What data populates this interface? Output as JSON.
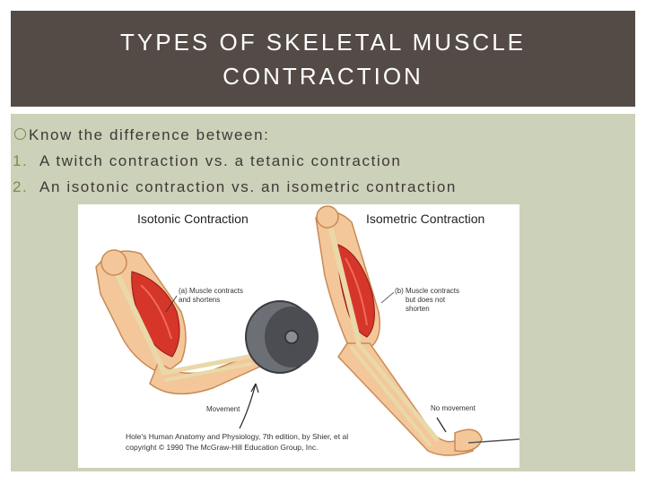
{
  "slide": {
    "title": "TYPES OF SKELETAL MUSCLE CONTRACTION",
    "bullet": "Know the difference between:",
    "items": [
      {
        "num": "1.",
        "text": "A twitch contraction vs. a tetanic contraction"
      },
      {
        "num": "2.",
        "text": "An isotonic contraction vs. an isometric contraction"
      }
    ]
  },
  "figure": {
    "left_title": "Isotonic Contraction",
    "right_title": "Isometric Contraction",
    "left_caption_1": "(a) Muscle contracts",
    "left_caption_2": "and shortens",
    "right_caption_1": "(b) Muscle contracts",
    "right_caption_2": "but does not",
    "right_caption_3": "shorten",
    "movement": "Movement",
    "no_movement": "No movement",
    "credit_1": "Hole's Human Anatomy and Physiology, 7th edition, by Shier, et al",
    "credit_2": "copyright © 1990 The McGraw-Hill Education Group, Inc."
  },
  "colors": {
    "title_bg": "#544b47",
    "content_bg": "#ccd1b9",
    "accent": "#7d8a4f"
  }
}
